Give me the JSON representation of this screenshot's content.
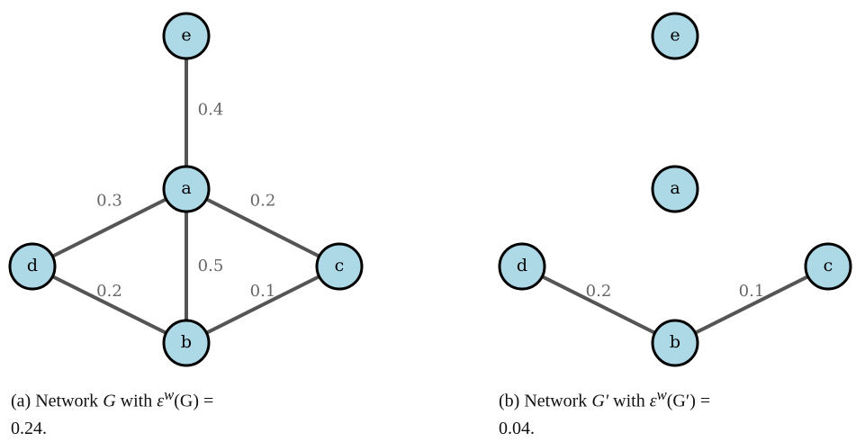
{
  "colors": {
    "node_fill": "#add8e6",
    "node_stroke": "#000000",
    "edge": "#555555",
    "weight_text": "#666666"
  },
  "graphs": [
    {
      "id": "G",
      "nodes": [
        {
          "id": "e",
          "label": "e"
        },
        {
          "id": "a",
          "label": "a"
        },
        {
          "id": "d",
          "label": "d"
        },
        {
          "id": "c",
          "label": "c"
        },
        {
          "id": "b",
          "label": "b"
        }
      ],
      "edges": [
        {
          "from": "e",
          "to": "a",
          "weight": "0.4"
        },
        {
          "from": "a",
          "to": "d",
          "weight": "0.3"
        },
        {
          "from": "a",
          "to": "c",
          "weight": "0.2"
        },
        {
          "from": "a",
          "to": "b",
          "weight": "0.5"
        },
        {
          "from": "d",
          "to": "b",
          "weight": "0.2"
        },
        {
          "from": "c",
          "to": "b",
          "weight": "0.1"
        }
      ],
      "caption": {
        "prefix": "(a) Network ",
        "graph": "G",
        "mid": " with ",
        "eps": "ε",
        "sup": "w",
        "arg": "(G)",
        "eq": " =",
        "value": "0.24."
      }
    },
    {
      "id": "G'",
      "nodes": [
        {
          "id": "e",
          "label": "e"
        },
        {
          "id": "a",
          "label": "a"
        },
        {
          "id": "d",
          "label": "d"
        },
        {
          "id": "c",
          "label": "c"
        },
        {
          "id": "b",
          "label": "b"
        }
      ],
      "edges": [
        {
          "from": "d",
          "to": "b",
          "weight": "0.2"
        },
        {
          "from": "c",
          "to": "b",
          "weight": "0.1"
        }
      ],
      "caption": {
        "prefix": "(b) Network ",
        "graph": "G′",
        "mid": " with ",
        "eps": "ε",
        "sup": "w",
        "arg": "(G′)",
        "eq": " =",
        "value": "0.04."
      }
    }
  ]
}
